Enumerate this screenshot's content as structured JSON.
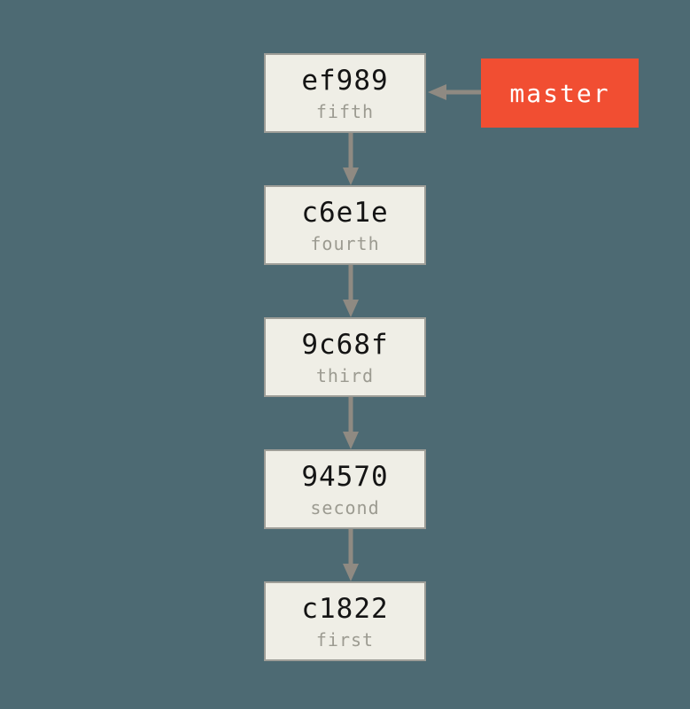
{
  "diagram": {
    "type": "git-commit-history",
    "background_color": "#4D6A73",
    "arrow_color": "#8F8A82"
  },
  "branch": {
    "label": "master",
    "background_color": "#F14E32",
    "text_color": "#FFFFFF"
  },
  "commit_style": {
    "fill_color": "#EFEEE6",
    "border_color": "#9E9E98",
    "hash_color": "#141414",
    "message_color": "#9C9B91"
  },
  "commits": [
    {
      "hash": "ef989",
      "message": "fifth"
    },
    {
      "hash": "c6e1e",
      "message": "fourth"
    },
    {
      "hash": "9c68f",
      "message": "third"
    },
    {
      "hash": "94570",
      "message": "second"
    },
    {
      "hash": "c1822",
      "message": "first"
    }
  ]
}
